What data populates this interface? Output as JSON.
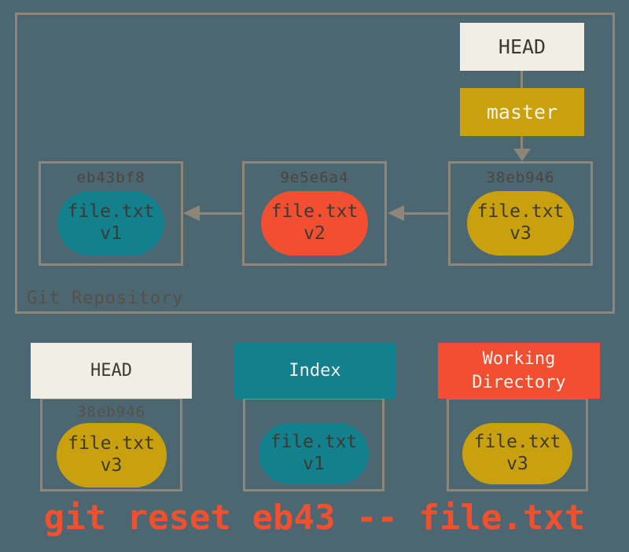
{
  "colors": {
    "background": "#4c6771",
    "box_border": "#8e8678",
    "cream": "#f1eee6",
    "gold": "#c9a00d",
    "teal": "#12818d",
    "orange": "#f14e32",
    "command_text": "#f1502f",
    "dark_text": "#3d3a33",
    "hash_text": "#4a463c"
  },
  "repo": {
    "label": "Git Repository",
    "head": {
      "label": "HEAD"
    },
    "branch": {
      "label": "master"
    },
    "commits": [
      {
        "hash": "eb43bf8",
        "file": "file.txt",
        "version": "v1"
      },
      {
        "hash": "9e5e6a4",
        "file": "file.txt",
        "version": "v2"
      },
      {
        "hash": "38eb946",
        "file": "file.txt",
        "version": "v3"
      }
    ]
  },
  "areas": {
    "head": {
      "title": "HEAD",
      "hash": "38eb946",
      "file": "file.txt",
      "version": "v3"
    },
    "index": {
      "title": "Index",
      "file": "file.txt",
      "version": "v1"
    },
    "working_directory": {
      "title": "Working Directory",
      "file": "file.txt",
      "version": "v3"
    }
  },
  "command": "git reset eb43 -- file.txt"
}
